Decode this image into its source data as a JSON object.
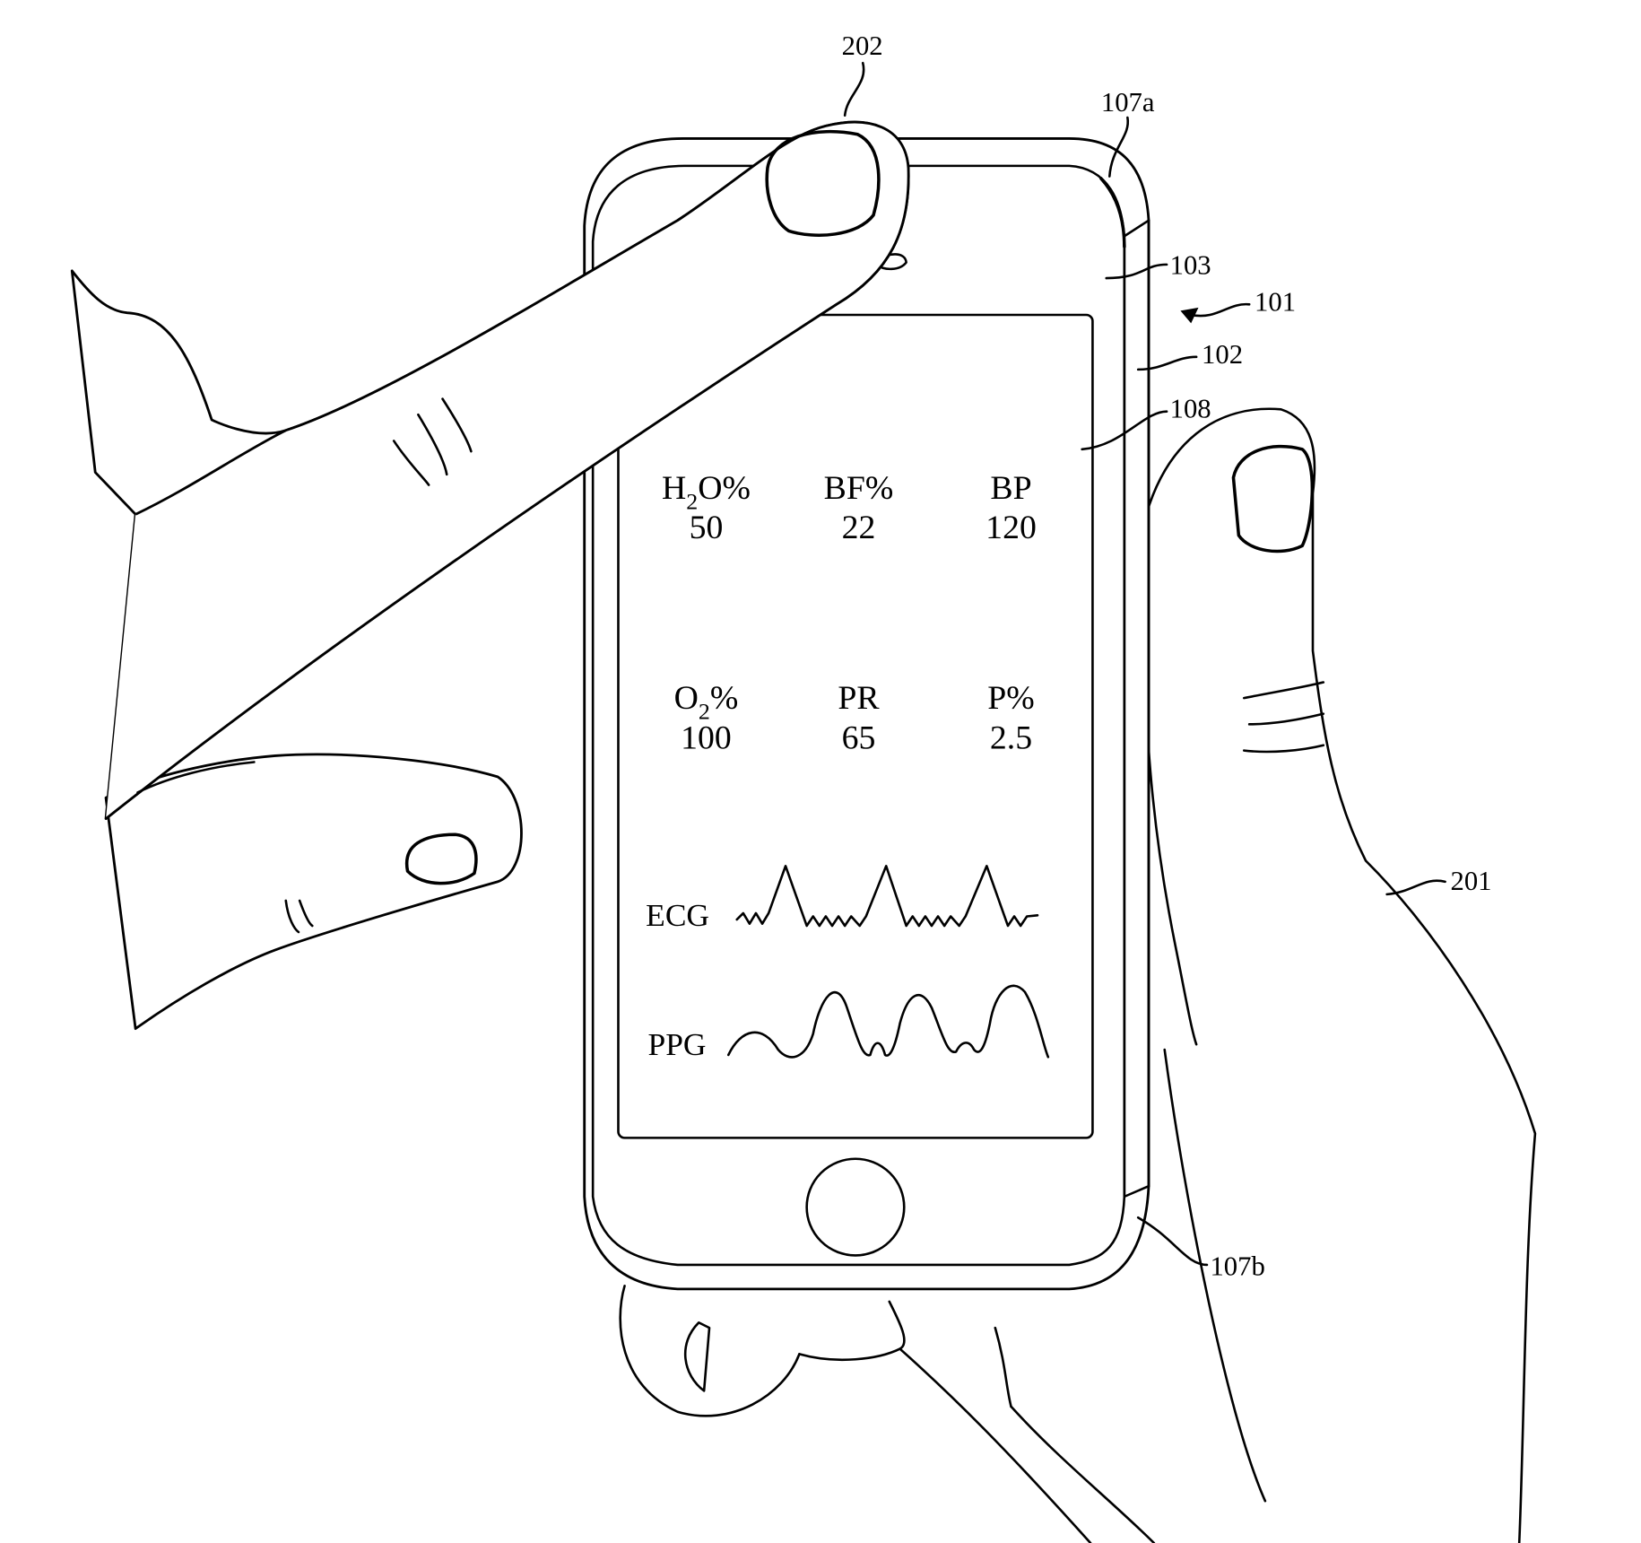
{
  "figure": {
    "reference_numerals": {
      "finger": "202",
      "top_corner": "107a",
      "cover": "103",
      "device": "101",
      "housing": "102",
      "display": "108",
      "hand": "201",
      "bottom_corner": "107b"
    },
    "screen": {
      "metrics": [
        {
          "label_main": "H",
          "label_sub": "2",
          "label_tail": "O%",
          "value": "50"
        },
        {
          "label_main": "BF%",
          "label_sub": "",
          "label_tail": "",
          "value": "22"
        },
        {
          "label_main": "BP",
          "label_sub": "",
          "label_tail": "",
          "value": "120"
        },
        {
          "label_main": "O",
          "label_sub": "2",
          "label_tail": "%",
          "value": "100"
        },
        {
          "label_main": "PR",
          "label_sub": "",
          "label_tail": "",
          "value": "65"
        },
        {
          "label_main": "P%",
          "label_sub": "",
          "label_tail": "",
          "value": "2.5"
        }
      ],
      "waveforms": [
        {
          "label": "ECG"
        },
        {
          "label": "PPG"
        }
      ]
    }
  }
}
